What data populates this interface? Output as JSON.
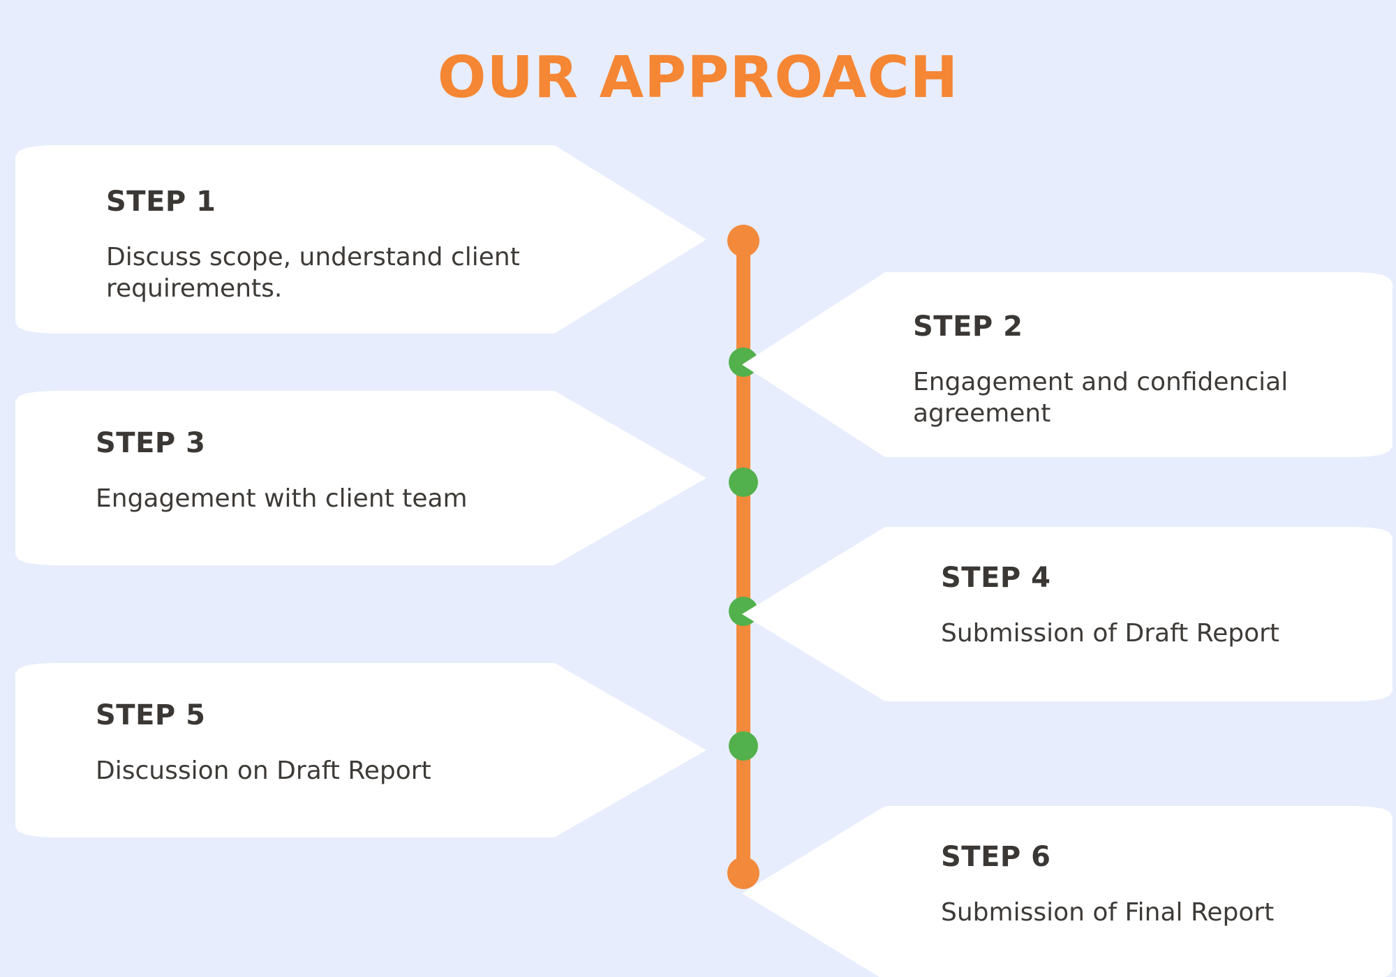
{
  "header": {
    "title": "OUR APPROACH"
  },
  "colors": {
    "background": "#e7edfd",
    "title_orange": "#f58634",
    "timeline_orange": "#f2893b",
    "node_green": "#52b14c",
    "card_white": "#ffffff",
    "text_dark": "#3a3734"
  },
  "timeline": {
    "orientation": "vertical",
    "nodes": [
      {
        "name": "node-step-1",
        "type": "orange-dot",
        "step": 1
      },
      {
        "name": "node-step-2",
        "type": "green-dot",
        "step": 2
      },
      {
        "name": "node-step-3",
        "type": "green-dot",
        "step": 3
      },
      {
        "name": "node-step-4",
        "type": "green-dot",
        "step": 4
      },
      {
        "name": "node-step-5",
        "type": "green-dot",
        "step": 5
      },
      {
        "name": "node-step-6",
        "type": "orange-dot",
        "step": 6
      }
    ]
  },
  "steps": [
    {
      "label": "STEP 1",
      "description": "Discuss scope, understand client requirements.",
      "side": "left"
    },
    {
      "label": "STEP 2",
      "description": "Engagement and confidencial agreement",
      "side": "right"
    },
    {
      "label": "STEP 3",
      "description": "Engagement with client team",
      "side": "left"
    },
    {
      "label": "STEP 4",
      "description": "Submission of Draft Report",
      "side": "right"
    },
    {
      "label": "STEP 5",
      "description": "Discussion on Draft Report",
      "side": "left"
    },
    {
      "label": "STEP 6",
      "description": "Submission of Final Report",
      "side": "right"
    }
  ]
}
